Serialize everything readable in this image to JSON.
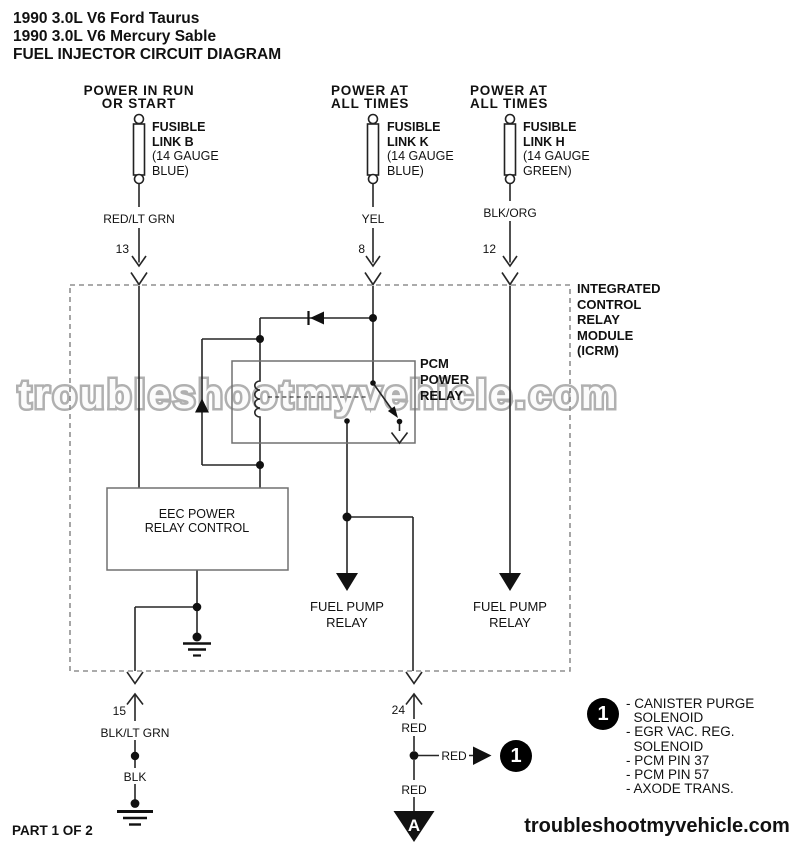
{
  "header": {
    "model_1": "1990 3.0L V6 Ford Taurus",
    "model_2": "1990 3.0L V6 Mercury Sable",
    "diagram_title": "FUEL INJECTOR CIRCUIT DIAGRAM"
  },
  "power_columns": [
    {
      "source": "POWER IN RUN\nOR START",
      "link_name": "FUSIBLE\nLINK B",
      "link_spec": "(14 GAUGE\nBLUE)",
      "wire_color": "RED/LT GRN",
      "pin": "13"
    },
    {
      "source": "POWER AT\nALL TIMES",
      "link_name": "FUSIBLE\nLINK K",
      "link_spec": "(14 GAUGE\nBLUE)",
      "wire_color": "YEL",
      "pin": "8"
    },
    {
      "source": "POWER AT\nALL TIMES",
      "link_name": "FUSIBLE\nLINK H",
      "link_spec": "(14 GAUGE\nGREEN)",
      "wire_color": "BLK/ORG",
      "pin": "12"
    }
  ],
  "module": {
    "name": "INTEGRATED\nCONTROL\nRELAY\nMODULE\n(ICRM)",
    "pcm_relay": "PCM\nPOWER\nRELAY",
    "eec_relay_control": "EEC POWER\nRELAY CONTROL",
    "fuel_pump_relay_left": "FUEL PUMP\nRELAY",
    "fuel_pump_relay_right": "FUEL PUMP\nRELAY"
  },
  "bottom_left_exit": {
    "pin": "15",
    "wire_color_1": "BLK/LT GRN",
    "wire_color_2": "BLK"
  },
  "bottom_right_exit": {
    "pin": "24",
    "wire_color_top": "RED",
    "wire_color_branch": "RED",
    "wire_color_bottom": "RED",
    "connector_letter": "A",
    "ref_number": "1"
  },
  "legend": {
    "ref_number": "1",
    "items_text": "- CANISTER PURGE\n  SOLENOID\n- EGR VAC. REG.\n  SOLENOID\n- PCM PIN 37\n- PCM PIN 57\n- AXODE TRANS."
  },
  "watermark": "troubleshootmyvehicle.com",
  "footer": {
    "part_label": "PART 1 OF 2",
    "site": "troubleshootmyvehicle.com"
  }
}
